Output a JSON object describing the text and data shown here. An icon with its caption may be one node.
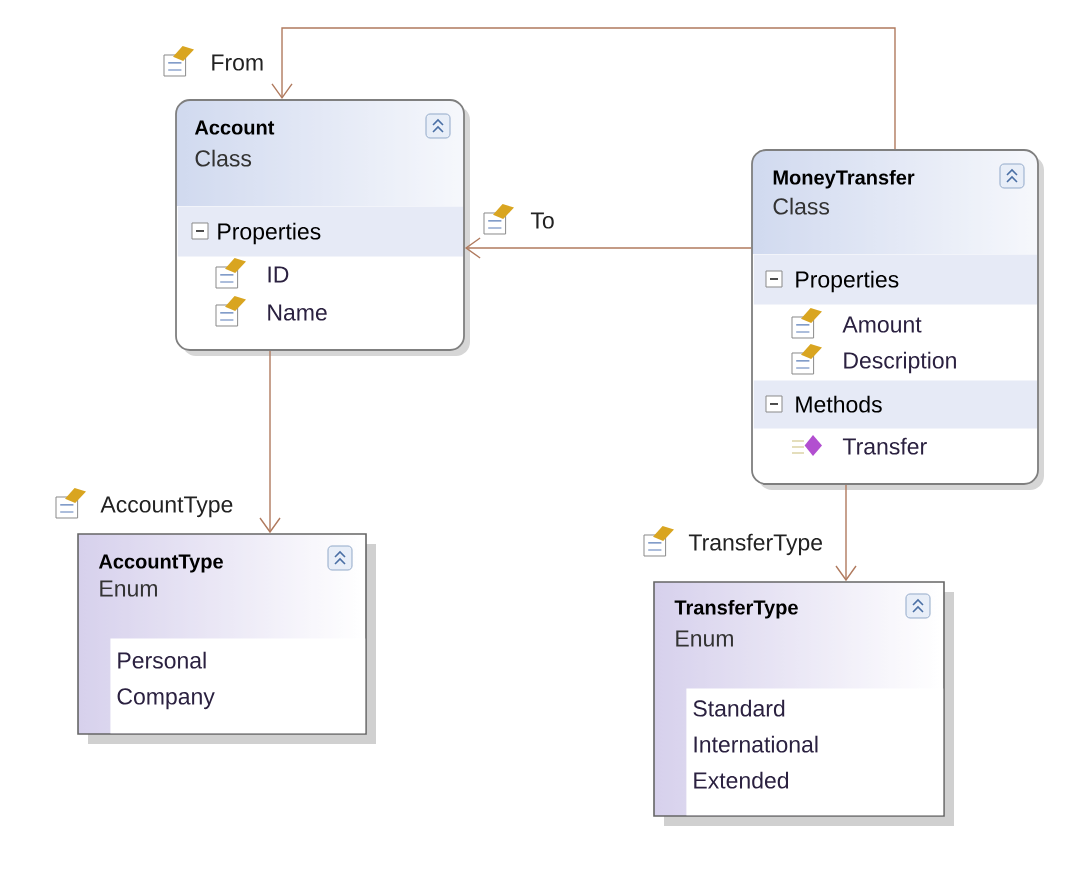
{
  "diagram": {
    "nodes": [
      {
        "text": [
          "Account",
          "Class"
        ]
      },
      {
        "text": [
          "Properties",
          "ID",
          "Name"
        ],
        "in": 0
      },
      {
        "text": [
          "MoneyTransfer",
          "Class"
        ]
      },
      {
        "text": [
          "Properties",
          "Amount",
          "Description"
        ],
        "in": 2
      },
      {
        "text": [
          "Methods",
          "Transfer"
        ],
        "in": 2
      },
      {
        "text": [
          "AccountType",
          "Enum"
        ]
      },
      {
        "text": [
          "Personal",
          "Company"
        ],
        "in": 5
      },
      {
        "text": [
          "TransferType",
          "Enum"
        ]
      },
      {
        "text": [
          "Standard",
          "International",
          "Extended"
        ],
        "in": 7
      }
    ],
    "edges": [
      {
        "from": 2,
        "to": 0,
        "arrow": "to",
        "label": "From"
      },
      {
        "from": 2,
        "to": 0,
        "arrow": "to",
        "label": "To"
      },
      {
        "from": 0,
        "to": 5,
        "arrow": "to",
        "label": "AccountType"
      },
      {
        "from": 2,
        "to": 7,
        "arrow": "to",
        "label": "TransferType"
      }
    ]
  }
}
